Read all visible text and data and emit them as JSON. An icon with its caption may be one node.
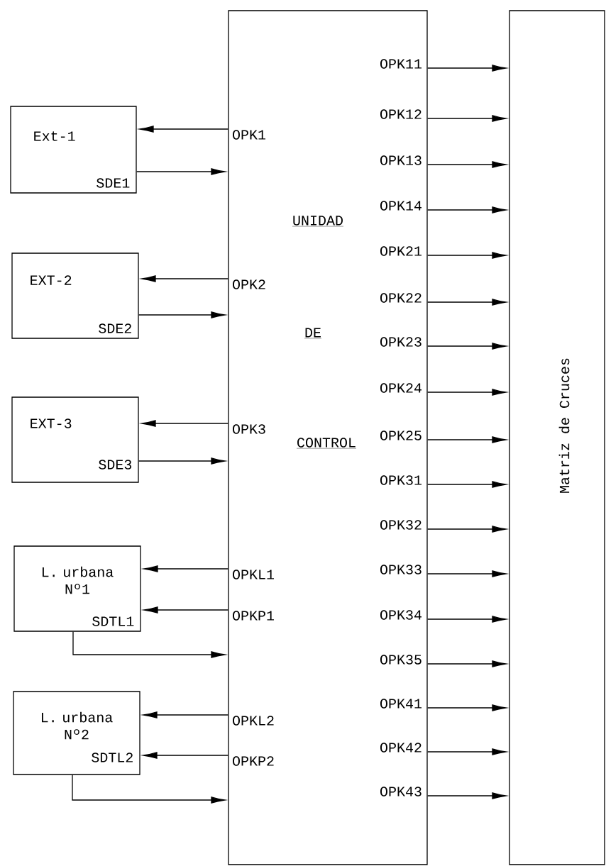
{
  "diagram": {
    "nodes": [
      {
        "text": [
          "Ext-1",
          "SDE1"
        ]
      },
      {
        "text": [
          "EXT-2",
          "SDE2"
        ]
      },
      {
        "text": [
          "EXT-3",
          "SDE3"
        ]
      },
      {
        "text": [
          "L. urbana Nº1",
          "SDTL1"
        ]
      },
      {
        "text": [
          "L. urbana Nº2",
          "SDTL2"
        ]
      },
      {
        "text": [
          "UNIDAD",
          "DE",
          "CONTROL"
        ]
      },
      {
        "text": [
          "Matriz de Cruces"
        ]
      }
    ],
    "edges": [
      {
        "from": 5,
        "to": 0,
        "arrow": "to",
        "label": "OPK1"
      },
      {
        "from": 0,
        "to": 5,
        "arrow": "to"
      },
      {
        "from": 5,
        "to": 1,
        "arrow": "to",
        "label": "OPK2"
      },
      {
        "from": 1,
        "to": 5,
        "arrow": "to"
      },
      {
        "from": 5,
        "to": 2,
        "arrow": "to",
        "label": "OPK3"
      },
      {
        "from": 2,
        "to": 5,
        "arrow": "to"
      },
      {
        "from": 5,
        "to": 3,
        "arrow": "to",
        "label": "OPKL1"
      },
      {
        "from": 5,
        "to": 3,
        "arrow": "to",
        "label": "OPKP1"
      },
      {
        "from": 3,
        "to": 5,
        "arrow": "to"
      },
      {
        "from": 5,
        "to": 4,
        "arrow": "to",
        "label": "OPKL2"
      },
      {
        "from": 5,
        "to": 4,
        "arrow": "to",
        "label": "OPKP2"
      },
      {
        "from": 4,
        "to": 5,
        "arrow": "to"
      },
      {
        "from": 5,
        "to": 6,
        "arrow": "to",
        "label": "OPK11"
      },
      {
        "from": 5,
        "to": 6,
        "arrow": "to",
        "label": "OPK12"
      },
      {
        "from": 5,
        "to": 6,
        "arrow": "to",
        "label": "OPK13"
      },
      {
        "from": 5,
        "to": 6,
        "arrow": "to",
        "label": "OPK14"
      },
      {
        "from": 5,
        "to": 6,
        "arrow": "to",
        "label": "OPK21"
      },
      {
        "from": 5,
        "to": 6,
        "arrow": "to",
        "label": "OPK22"
      },
      {
        "from": 5,
        "to": 6,
        "arrow": "to",
        "label": "OPK23"
      },
      {
        "from": 5,
        "to": 6,
        "arrow": "to",
        "label": "OPK24"
      },
      {
        "from": 5,
        "to": 6,
        "arrow": "to",
        "label": "OPK25"
      },
      {
        "from": 5,
        "to": 6,
        "arrow": "to",
        "label": "OPK31"
      },
      {
        "from": 5,
        "to": 6,
        "arrow": "to",
        "label": "OPK32"
      },
      {
        "from": 5,
        "to": 6,
        "arrow": "to",
        "label": "OPK33"
      },
      {
        "from": 5,
        "to": 6,
        "arrow": "to",
        "label": "OPK34"
      },
      {
        "from": 5,
        "to": 6,
        "arrow": "to",
        "label": "OPK35"
      },
      {
        "from": 5,
        "to": 6,
        "arrow": "to",
        "label": "OPK41"
      },
      {
        "from": 5,
        "to": 6,
        "arrow": "to",
        "label": "OPK42"
      },
      {
        "from": 5,
        "to": 6,
        "arrow": "to",
        "label": "OPK43"
      }
    ]
  }
}
